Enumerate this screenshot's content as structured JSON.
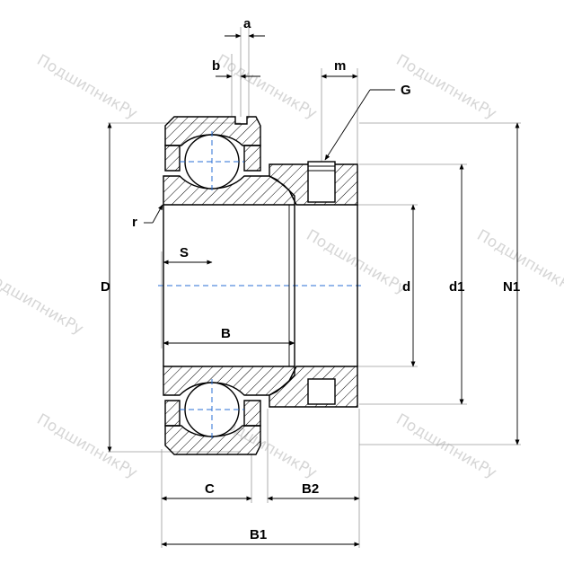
{
  "watermark": "ПодшипникРу",
  "labels": {
    "a": "a",
    "b": "b",
    "m": "m",
    "G": "G",
    "r": "r",
    "S": "S",
    "D": "D",
    "d": "d",
    "d1": "d1",
    "N1": "N1",
    "B": "B",
    "C": "C",
    "B2": "B2",
    "B1": "B1"
  },
  "colors": {
    "line": "#000000",
    "axis": "#2a6fd6",
    "watermark": "#d6d6d6",
    "extension": "#9a9a9a"
  }
}
